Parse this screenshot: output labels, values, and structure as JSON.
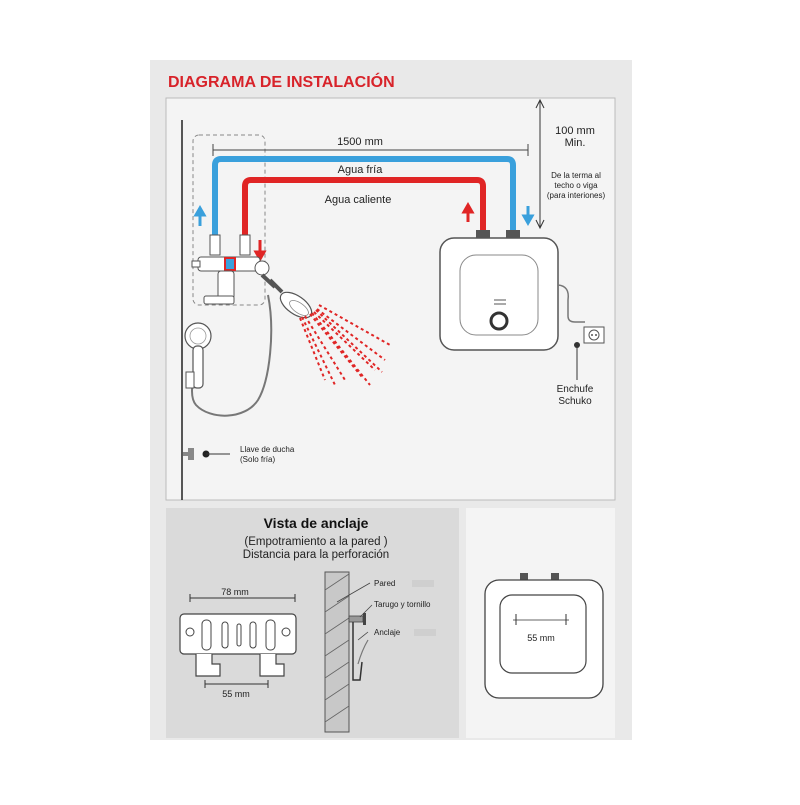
{
  "header": {
    "title": "DIAGRAMA DE INSTALACIÓN"
  },
  "colors": {
    "accent_red": "#d8232a",
    "cold_blue": "#3aa0dc",
    "hot_red": "#e02525",
    "panel_bg": "#e9e9e9",
    "card_bg": "#f4f4f4",
    "anchor_bg": "#dadada",
    "line": "#333333"
  },
  "installation": {
    "pipe_length": "1500 mm",
    "cold_water": "Agua fría",
    "hot_water": "Agua caliente",
    "clearance_value": "100 mm",
    "clearance_min": "Min.",
    "clearance_note": [
      "De la terma al",
      "techo o viga",
      "(para interiones)"
    ],
    "socket_label": [
      "Enchufe",
      "Schuko"
    ],
    "valve_label": [
      "Llave de ducha",
      "(Solo fría)"
    ]
  },
  "anchor": {
    "title": "Vista de anclaje",
    "subtitle": [
      "(Empotramiento a la pared )",
      "Distancia para la perforación"
    ],
    "bracket_width": "78 mm",
    "bracket_spacing": "55 mm",
    "wall_labels": {
      "wall": "Pared",
      "plug": "Tarugo y tornillo",
      "anchor": "Anclaje"
    }
  },
  "heater_back": {
    "spacing": "55 mm"
  },
  "icons": [
    "shower-head-icon",
    "hand-shower-icon",
    "water-heater-icon",
    "schuko-socket-icon",
    "valve-icon",
    "mounting-bracket-icon"
  ]
}
